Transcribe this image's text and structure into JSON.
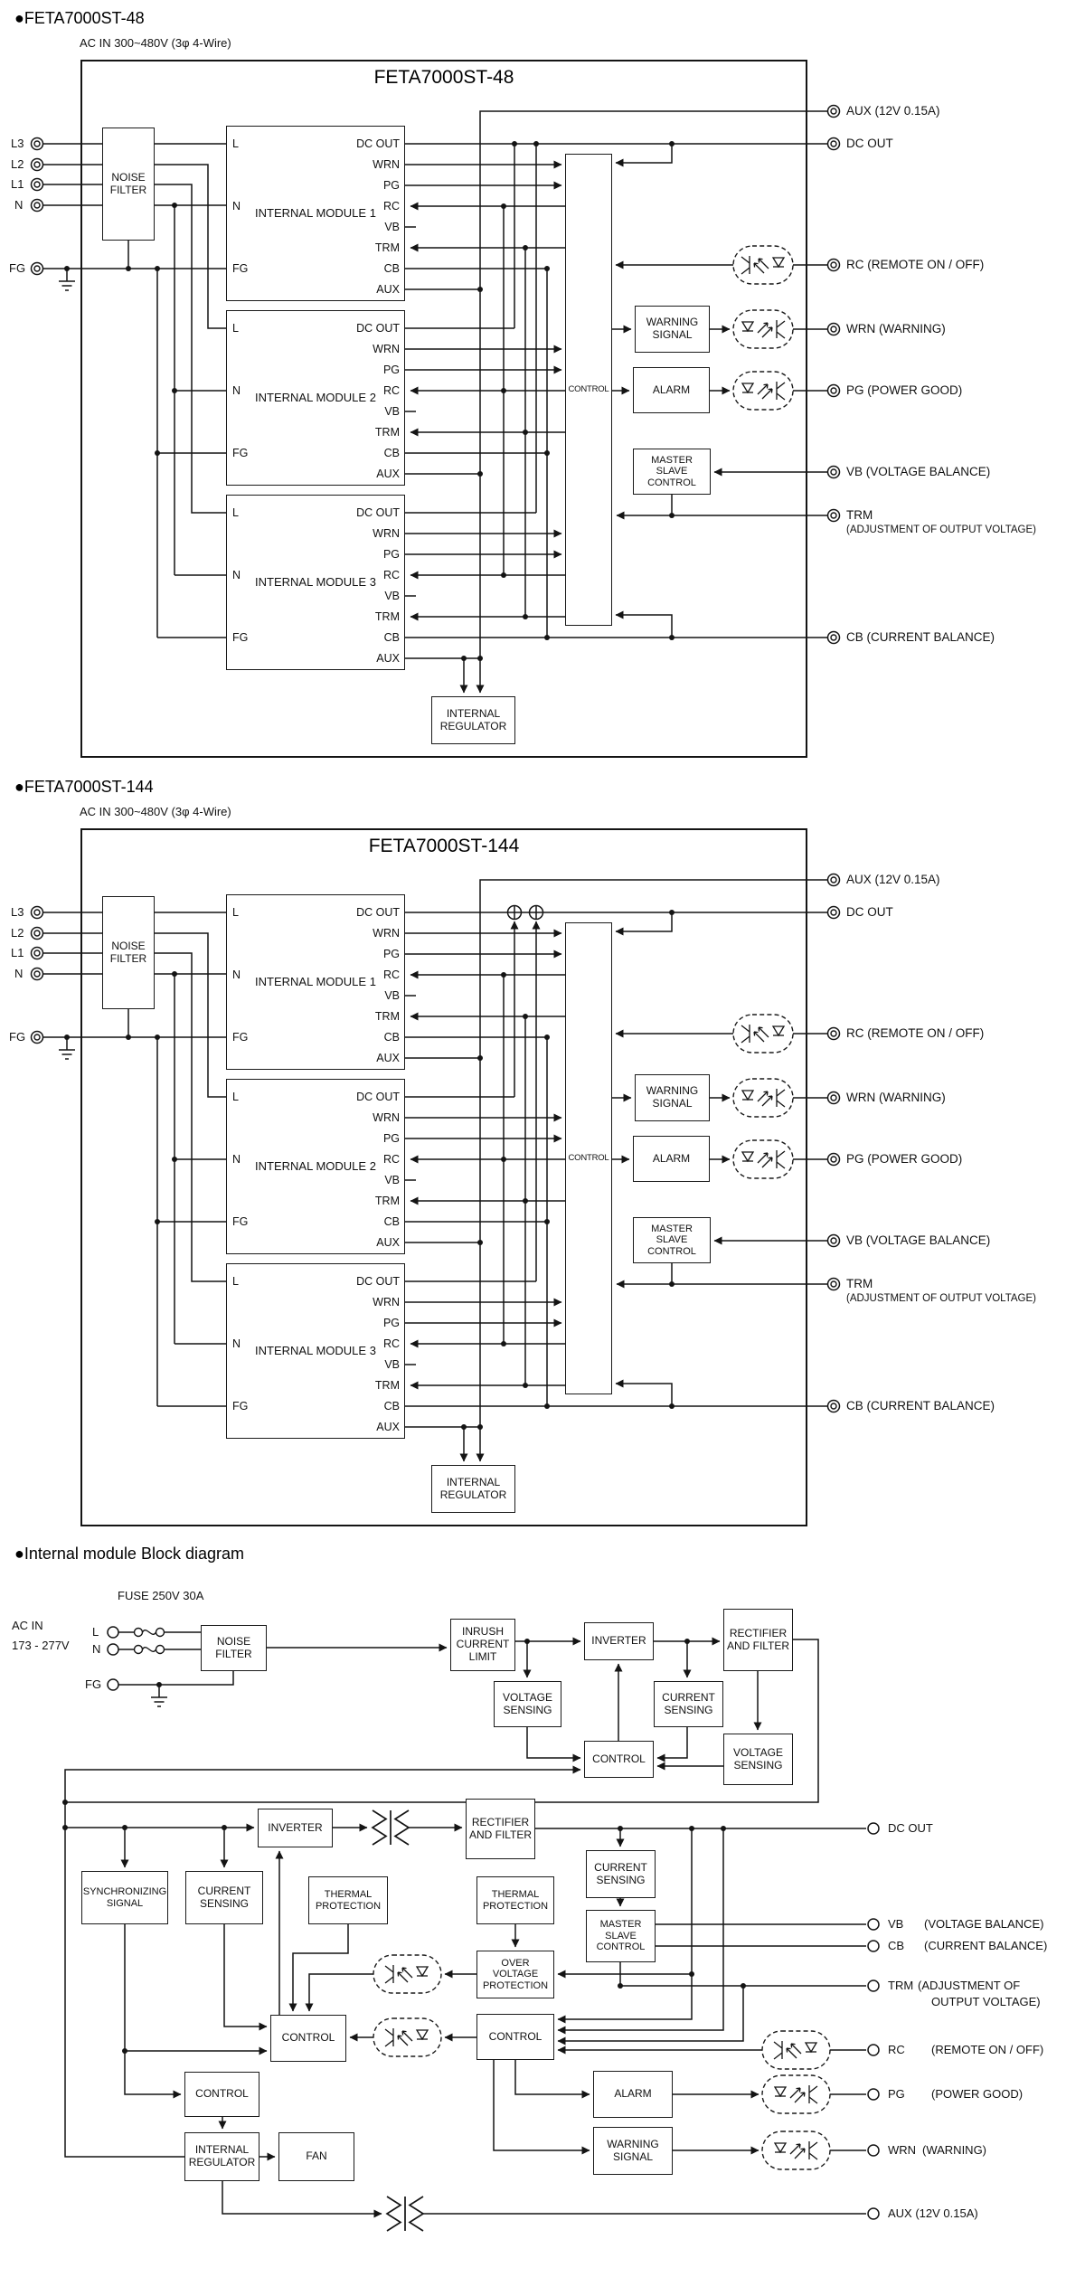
{
  "psu_common": {
    "noise_filter": "NOISE FILTER",
    "control": "CONTROL",
    "warning_signal": "WARNING SIGNAL",
    "alarm": "ALARM",
    "master_slave_control": "MASTER SLAVE CONTROL",
    "internal_regulator": "INTERNAL REGULATOR",
    "modules": [
      "INTERNAL MODULE 1",
      "INTERNAL MODULE 2",
      "INTERNAL MODULE 3"
    ],
    "module_pins_right": [
      "DC OUT",
      "WRN",
      "PG",
      "RC",
      "VB",
      "TRM",
      "CB",
      "AUX"
    ],
    "module_pins_left": [
      "L",
      "N",
      "FG"
    ],
    "input_terminals": [
      "L3",
      "L2",
      "L1",
      "N",
      "FG"
    ],
    "output_terminals": [
      {
        "label": "AUX (12V 0.15A)"
      },
      {
        "label": "DC OUT"
      },
      {
        "label": "RC (REMOTE ON / OFF)"
      },
      {
        "label": "WRN (WARNING)"
      },
      {
        "label": "PG (POWER GOOD)"
      },
      {
        "label": "VB (VOLTAGE BALANCE)"
      },
      {
        "label": "TRM",
        "sub": "(ADJUSTMENT OF OUTPUT VOLTAGE)"
      },
      {
        "label": "CB (CURRENT BALANCE)"
      }
    ]
  },
  "psu48": {
    "header": "●FETA7000ST-48",
    "ac_input": "AC IN 300~480V (3φ 4-Wire)",
    "title": "FETA7000ST-48"
  },
  "psu144": {
    "header": "●FETA7000ST-144",
    "ac_input": "AC IN 300~480V (3φ 4-Wire)",
    "title": "FETA7000ST-144"
  },
  "internal": {
    "header": "●Internal module Block diagram",
    "fuse": "FUSE 250V 30A",
    "ac_in": "AC IN",
    "ac_range": "173 - 277V",
    "inputs": [
      "L",
      "N",
      "FG"
    ],
    "boxes": {
      "noise_filter": "NOISE FILTER",
      "inrush": "INRUSH CURRENT LIMIT",
      "inverter1": "INVERTER",
      "rectifier1": "RECTIFIER AND FILTER",
      "voltage_sensing1": "VOLTAGE SENSING",
      "current_sensing1": "CURRENT SENSING",
      "control1": "CONTROL",
      "voltage_sensing2": "VOLTAGE SENSING",
      "inverter2": "INVERTER",
      "rectifier2": "RECTIFIER AND FILTER",
      "synchronizing": "SYNCHRONIZING SIGNAL",
      "current_sensing2": "CURRENT SENSING",
      "thermal1": "THERMAL PROTECTION",
      "thermal2": "THERMAL PROTECTION",
      "current_sensing3": "CURRENT SENSING",
      "master_slave": "MASTER SLAVE CONTROL",
      "ovp": "OVER VOLTAGE PROTECTION",
      "control_left": "CONTROL",
      "control_right": "CONTROL",
      "alarm": "ALARM",
      "control_bottom": "CONTROL",
      "warning": "WARNING SIGNAL",
      "internal_regulator": "INTERNAL REGULATOR",
      "fan": "FAN"
    },
    "terminals": [
      {
        "label": "DC OUT"
      },
      {
        "label": "VB",
        "sub": "(VOLTAGE BALANCE)"
      },
      {
        "label": "CB",
        "sub": "(CURRENT BALANCE)"
      },
      {
        "label": "TRM",
        "sub": "(ADJUSTMENT OF",
        "sub2": "OUTPUT VOLTAGE)"
      },
      {
        "label": "RC",
        "sub": "(REMOTE ON / OFF)"
      },
      {
        "label": "PG",
        "sub": "(POWER GOOD)"
      },
      {
        "label": "WRN",
        "sub": "(WARNING)"
      },
      {
        "label": "AUX (12V  0.15A)"
      }
    ]
  }
}
